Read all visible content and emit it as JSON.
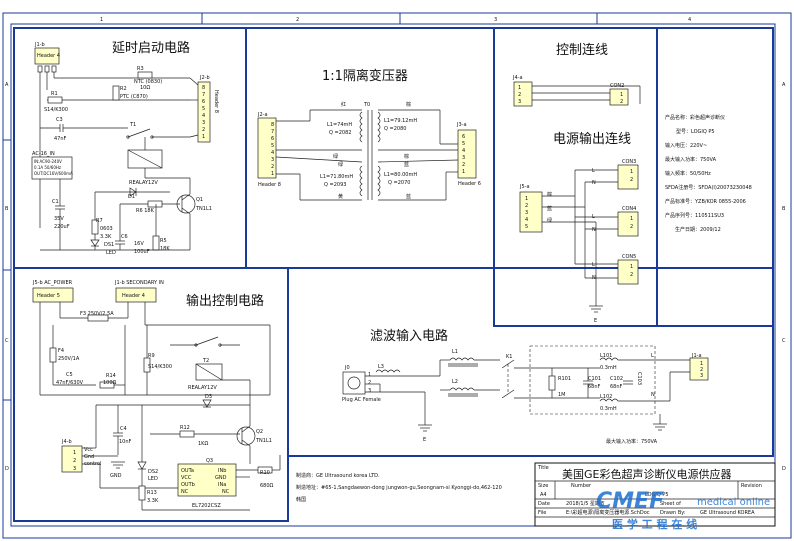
{
  "border": {
    "cols": [
      "1",
      "2",
      "3",
      "4"
    ],
    "rows": [
      "A",
      "B",
      "C",
      "D"
    ]
  },
  "sections": {
    "delay": "延时启动电路",
    "isolation": "1:1隔离变压器",
    "control_wiring": "控制连线",
    "power_output_wiring": "电源输出连线",
    "output_control": "输出控制电路",
    "filter_input": "滤波输入电路"
  },
  "delay": {
    "j1b": "J1-b",
    "j1b_header": "Header 4",
    "r3": "R3",
    "r3_val": "NTC (0830)",
    "r3_val2": "10Ω",
    "r2": "R2",
    "r2_val": "PTC (C870)",
    "r1": "R1",
    "r1_val": "S14/K300",
    "c3": "C3",
    "c3_val": "47nF",
    "ac16": "AC-16_IN",
    "ac16_l1": "IN:AC90-240V",
    "ac16_l2": "0.1A 50/60Hz",
    "ac16_l3": "OUT:DC16V/600mA",
    "t1": "T1",
    "relay": "REALAY12V",
    "d1": "D1",
    "r6": "R6 18K",
    "q1": "Q1",
    "q1_val": "TN1L1",
    "c1": "C1",
    "c1_val1": "35V",
    "c1_val2": "220uF",
    "r7": "R7",
    "r7_val1": "0603",
    "r7_val2": "3.3K",
    "ds1": "DS1",
    "ds1_val": "LED",
    "c6": "C6",
    "c6_val1": "16V",
    "c6_val2": "100uF",
    "r5": "R5",
    "r5_val": "18K",
    "j2b": "J2-b",
    "j2b_header": "Header 8"
  },
  "isolation": {
    "j2a": "J2-a",
    "j2a_header": "Header 8",
    "j3a": "J3-a",
    "j3a_header": "Header 6",
    "t0": "T0",
    "red": "红",
    "brown": "棕",
    "green": "绿",
    "blue": "蓝",
    "yellow": "黄",
    "l1a": "L1=74mH",
    "q1a": "Q =2082",
    "l1b": "L1=79.12mH",
    "q1b": "Q =2080",
    "l1c": "L1=71.80mH",
    "q1c": "Q =2093",
    "l1d": "L1=80.00mH",
    "q1d": "Q =2070"
  },
  "control": {
    "j4a": "J4-a",
    "con2": "CON2"
  },
  "power_output": {
    "j5a": "J5-a",
    "con3": "CON3",
    "con4": "CON4",
    "con5": "CON5",
    "l": "L",
    "n": "N",
    "brown": "棕",
    "blue": "蓝",
    "yellow": "黄",
    "green": "绿",
    "e": "E"
  },
  "product": {
    "name": "产品名称：彩色超声诊断仪",
    "model": "型号：LOGIQ P5",
    "voltage": "输入电压：220V~",
    "power": "最大输入功率：750VA",
    "freq": "输入频率：50/50Hz",
    "sfda": "SFDA注册号：SFDA(I)20073230048",
    "standard": "产品标准号：YZB/KOR 0855-2006",
    "serial": "产品序列号：110511SU3",
    "date": "生产日期：2009/12"
  },
  "output_control": {
    "j5b": "J5-b AC_POWER",
    "j5b_header": "Header 5",
    "j1b2": "J1-b SECONDARY IN",
    "j1b2_header": "Header 4",
    "f3": "F3 250V/2.5A",
    "f4": "F4",
    "f4_val": "250V/1A",
    "c5": "C5",
    "c5_val": "47nF/630V",
    "r14": "R14",
    "r14_val": "100Ω",
    "r9": "R9",
    "r9_val": "S14/K300",
    "t2": "T2",
    "relay": "REALAY12V",
    "d3": "D3",
    "r12": "R12",
    "r12_val": "1KΩ",
    "q2": "Q2",
    "q2_val": "TN1L1",
    "c4": "C4",
    "c4_val": "10nF",
    "j4b": "J4-b",
    "vcc": "Vcc",
    "gnd": "Gnd",
    "ctrl": "control",
    "gnd_lbl": "GND",
    "ds2": "DS2",
    "ds2_val": "LED",
    "r13": "R13",
    "r13_val": "3.3K",
    "q3": "Q3",
    "q3_chip": "EL7202CSZ",
    "q3_pins_l": [
      "OUTa",
      "VCC",
      "OUTb",
      "NC"
    ],
    "q3_pins_r": [
      "INb",
      "GND",
      "INa",
      "NC"
    ],
    "r10": "R10",
    "r10_val": "680Ω"
  },
  "filter": {
    "j0": "J0",
    "j0_val": "Plug AC Female",
    "l3": "L3",
    "l1": "L1",
    "l2": "L2",
    "k1": "K1",
    "r101": "R101",
    "r101_val": "1M",
    "c101": "C101",
    "c101_val": "68nF",
    "c102": "C102",
    "c102_val": "68nF",
    "c103": "C103",
    "l101": "L101",
    "l101_val": "0.3mH",
    "l102": "L102",
    "l102_val": "0.3mH",
    "j1a": "J1-a",
    "l": "L",
    "n": "N",
    "max_power": "最大输入功率：750VA",
    "e": "E"
  },
  "manufacturer": {
    "maker": "制造商：GE Ultrasound korea LTD.",
    "address": "制造地址：#65-1,Sangdaewon-dong jungwon-gu,Seongnam-si Kyonggi-do,462-120",
    "country": "韩国"
  },
  "title_block": {
    "title_lbl": "Title",
    "title": "美国GE彩色超声诊断仪电源供应器",
    "size_lbl": "Size",
    "size": "A4",
    "number_lbl": "Number",
    "number": "LOGIQ P5",
    "revision_lbl": "Revision",
    "date_lbl": "Date",
    "date": "2018/1/5 星期五",
    "sheet": "Sheet of",
    "file_lbl": "File",
    "file": "E:\\彩超电源\\隔离变压器电源.SchDoc",
    "drawn_lbl": "Drawn By:",
    "drawn": "GE Ultrasound KOREA"
  },
  "watermark": {
    "logo": "CMEF",
    "site": "medical online",
    "cn": "医 学 工 程 在 线"
  }
}
